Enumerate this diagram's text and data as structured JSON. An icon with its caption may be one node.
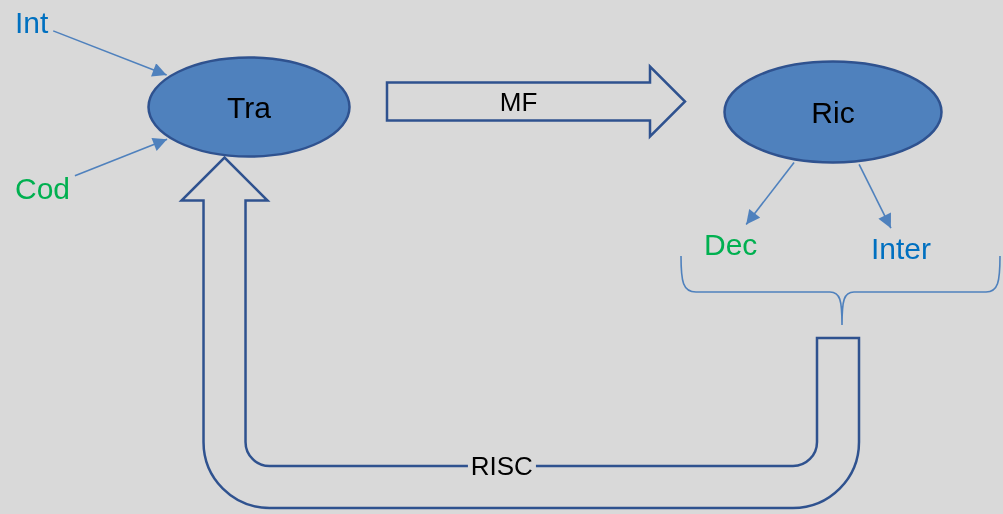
{
  "diagram": {
    "nodes": [
      {
        "text": [
          "Int"
        ]
      },
      {
        "text": [
          "Tra"
        ]
      },
      {
        "text": [
          "Cod"
        ]
      },
      {
        "text": [
          "Ric"
        ]
      },
      {
        "text": [
          "Dec"
        ]
      },
      {
        "text": [
          "Inter"
        ]
      }
    ],
    "edges": [
      {
        "from": 0,
        "to": 1,
        "arrow": "to"
      },
      {
        "from": 2,
        "to": 1,
        "arrow": "to"
      },
      {
        "from": 1,
        "to": 3,
        "arrow": "to",
        "label": "MF",
        "style": "thick"
      },
      {
        "from": 3,
        "to": 4,
        "arrow": "to"
      },
      {
        "from": 3,
        "to": 5,
        "arrow": "to"
      },
      {
        "from": null,
        "to": 1,
        "arrow": "to",
        "label": "RISC",
        "style": "thick"
      }
    ]
  }
}
